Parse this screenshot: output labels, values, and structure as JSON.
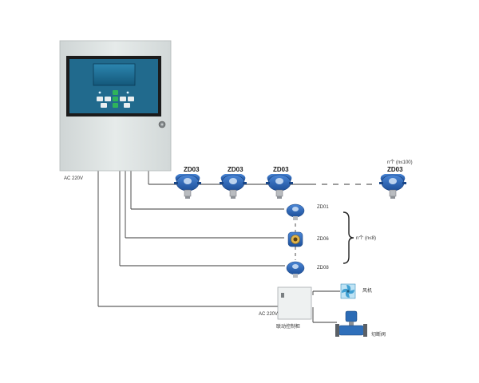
{
  "diagram": {
    "controller": {
      "power_label": "AC  220V"
    },
    "detectors_row": {
      "labels": [
        "ZD03",
        "ZD03",
        "ZD03",
        "ZD03"
      ],
      "count_note": "n个 (n≤100)"
    },
    "detectors_column": {
      "labels": [
        "ZD01",
        "ZD06",
        "ZD08"
      ],
      "count_note": "n个 (n≤8)"
    },
    "linkage_box": {
      "power_label": "AC  220V",
      "name": "联动控制柜"
    },
    "outputs": {
      "fan_label": "风机",
      "valve_label": "切断阀"
    },
    "colors": {
      "cabinet": "#dde2e2",
      "screen": "#1e6f95",
      "detector_blue": "#2764b6",
      "fan": "#3ea2d4",
      "valve": "#2b6bb5",
      "line": "#333333"
    }
  }
}
